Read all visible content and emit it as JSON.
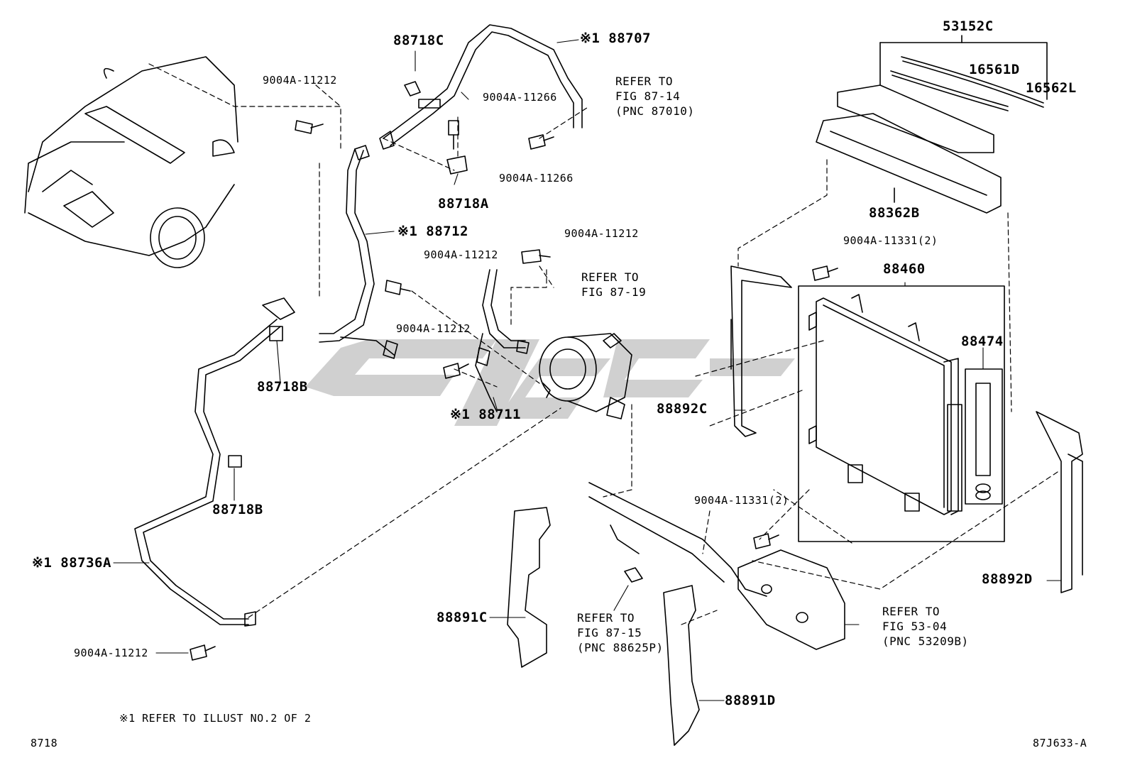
{
  "diagram": {
    "figure_id": "87J633-A",
    "page_code": "8718",
    "footnote": "※1 REFER TO ILLUST NO.2 OF 2",
    "watermark_color": "#c8c8c8",
    "line_color": "#000000",
    "callouts": {
      "p53152C": "53152C",
      "p16561D": "16561D",
      "p16562L": "16562L",
      "p88718C": "88718C",
      "p88707": "※1 88707",
      "ref_87_14": "REFER TO\nFIG 87-14\n(PNC 87010)",
      "b_11212_top": "9004A-11212",
      "b_11266_a": "9004A-11266",
      "b_11266_b": "9004A-11266",
      "p88718A": "88718A",
      "p88362B": "88362B",
      "p88712": "※1 88712",
      "b_11212_mid1": "9004A-11212",
      "b_11212_mid2": "9004A-11212",
      "b_11331_top": "9004A-11331(2)",
      "ref_87_19": "REFER TO\nFIG 87-19",
      "p88460": "88460",
      "b_11212_mid3": "9004A-11212",
      "p88474": "88474",
      "p88718B_a": "88718B",
      "p88711": "※1 88711",
      "p88892C": "88892C",
      "p88718B_b": "88718B",
      "b_11331_bot": "9004A-11331(2)",
      "p88736A": "※1 88736A",
      "p88892D": "88892D",
      "ref_87_15": "REFER TO\nFIG 87-15\n(PNC 88625P)",
      "ref_53_04": "REFER TO\nFIG 53-04\n(PNC 53209B)",
      "p88891C": "88891C",
      "b_11212_bot": "9004A-11212",
      "p88891D": "88891D"
    }
  }
}
